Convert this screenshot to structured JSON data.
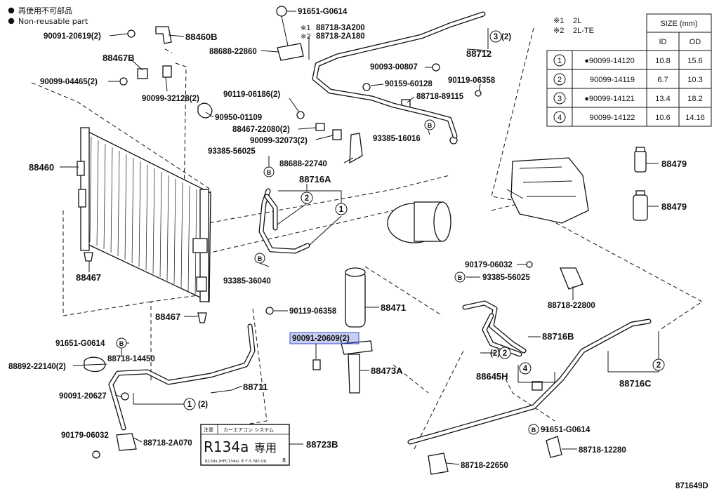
{
  "legend": {
    "not_reusable_jp": "再使用不可部品",
    "not_reusable_en": "Non-reusable part"
  },
  "engine_notes": [
    {
      "mark": "※1",
      "engine": "2L"
    },
    {
      "mark": "※2",
      "engine": "2L-TE"
    }
  ],
  "size_table": {
    "header_size": "SIZE (mm)",
    "header_id": "ID",
    "header_od": "OD",
    "rows": [
      {
        "ref": "1",
        "part": "●90099-14120",
        "id": "10.8",
        "od": "15.6"
      },
      {
        "ref": "2",
        "part": "90099-14119",
        "id": "6.7",
        "od": "10.3"
      },
      {
        "ref": "3",
        "part": "●90099-14121",
        "id": "13.4",
        "od": "18.2"
      },
      {
        "ref": "4",
        "part": "90099-14122",
        "id": "10.6",
        "od": "14.16"
      }
    ]
  },
  "labels": {
    "p91651_top": "91651-G0614",
    "p88718_3A200": "88718-3A200",
    "p88718_2A180": "88718-2A180",
    "p90091_20619": "90091-20619(2)",
    "p88460B": "88460B",
    "p88688_22860": "88688-22860",
    "p88712": "88712",
    "p88467B": "88467B",
    "p90093_00807": "90093-00807",
    "p90119_06358_top": "90119-06358",
    "p90099_04465": "90099-04465(2)",
    "p90099_32128": "90099-32128(2)",
    "p90159_60128": "90159-60128",
    "p88718_89115": "88718-89115",
    "p90119_06186": "90119-06186(2)",
    "p90950_01109": "90950-01109",
    "p88467_22080": "88467-22080(2)",
    "p90099_32073": "90099-32073(2)",
    "p93385_16016": "93385-16016",
    "p88460": "88460",
    "p93385_56025_top": "93385-56025",
    "p88688_22740": "88688-22740",
    "p88716A": "88716A",
    "p88479_a": "88479",
    "p88479_b": "88479",
    "p88467_mid": "88467",
    "p93385_36040": "93385-36040",
    "p90179_06032_right": "90179-06032",
    "p93385_56025_right": "93385-56025",
    "p88471": "88471",
    "p90119_06358_mid": "90119-06358",
    "p88718_22800": "88718-22800",
    "p88467_low": "88467",
    "p90091_20609": "90091-20609(2)",
    "p88716B": "88716B",
    "p91651_left": "91651-G0614",
    "p88718_14450": "88718-14450",
    "p88892_22140": "88892-22140(2)",
    "p88473A": "88473A",
    "p88645H": "88645H",
    "p88716C": "88716C",
    "p88711": "88711",
    "p90091_20627": "90091-20627",
    "ref_1_2_left": "(2)",
    "ref_2_2_right": "(2)",
    "ref_3_2_top": "(2)",
    "p90179_06032_left": "90179-06032",
    "p88718_2A070": "88718-2A070",
    "p88723B": "88723B",
    "p91651_right": "91651-G0614",
    "p88718_12280": "88718-12280",
    "p88718_22650": "88718-22650",
    "diagram_id": "871649D"
  },
  "circle_marks": {
    "one": "1",
    "two": "2",
    "three": "3",
    "four": "4",
    "b": "B"
  },
  "sticker": {
    "top_left": "注意",
    "top_mid": "カーエアコン システム",
    "refrigerant": "R134a",
    "kind": "専用",
    "fine_print": "R134a (HFC134a)  オイル  ND-OIL",
    "corner": "8"
  },
  "highlight_color": "#3a4fd0"
}
